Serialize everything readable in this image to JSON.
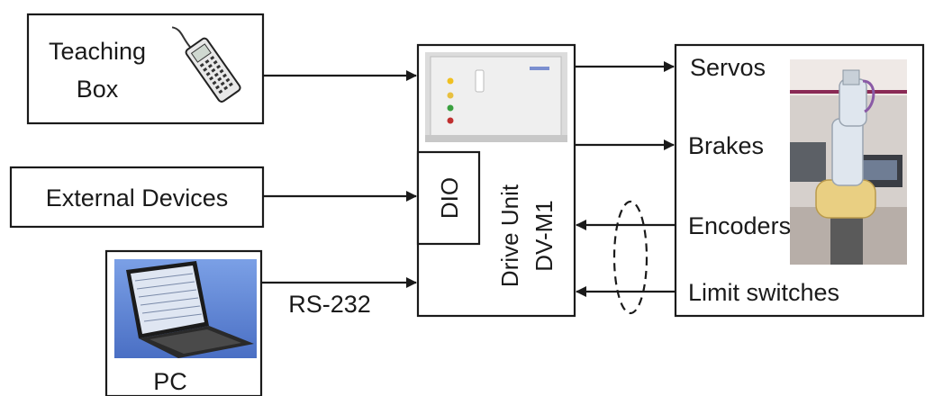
{
  "blocks": {
    "teaching_box": {
      "line1": "Teaching",
      "line2": "Box"
    },
    "external_devices": {
      "label": "External Devices"
    },
    "pc": {
      "label": "PC"
    },
    "drive_unit": {
      "line1": "Drive Unit",
      "line2": "DV-M1",
      "dio_label": "DIO"
    },
    "robot": {
      "signals": [
        "Servos",
        "Brakes",
        "Encoders",
        "Limit switches"
      ]
    }
  },
  "connections": {
    "pc_link_label": "RS-232"
  },
  "icons": [
    "teaching-pendant-icon",
    "laptop-icon",
    "controller-cabinet-icon",
    "robot-arm-icon"
  ],
  "colors": {
    "stroke": "#1a1a1a",
    "background": "#ffffff"
  }
}
